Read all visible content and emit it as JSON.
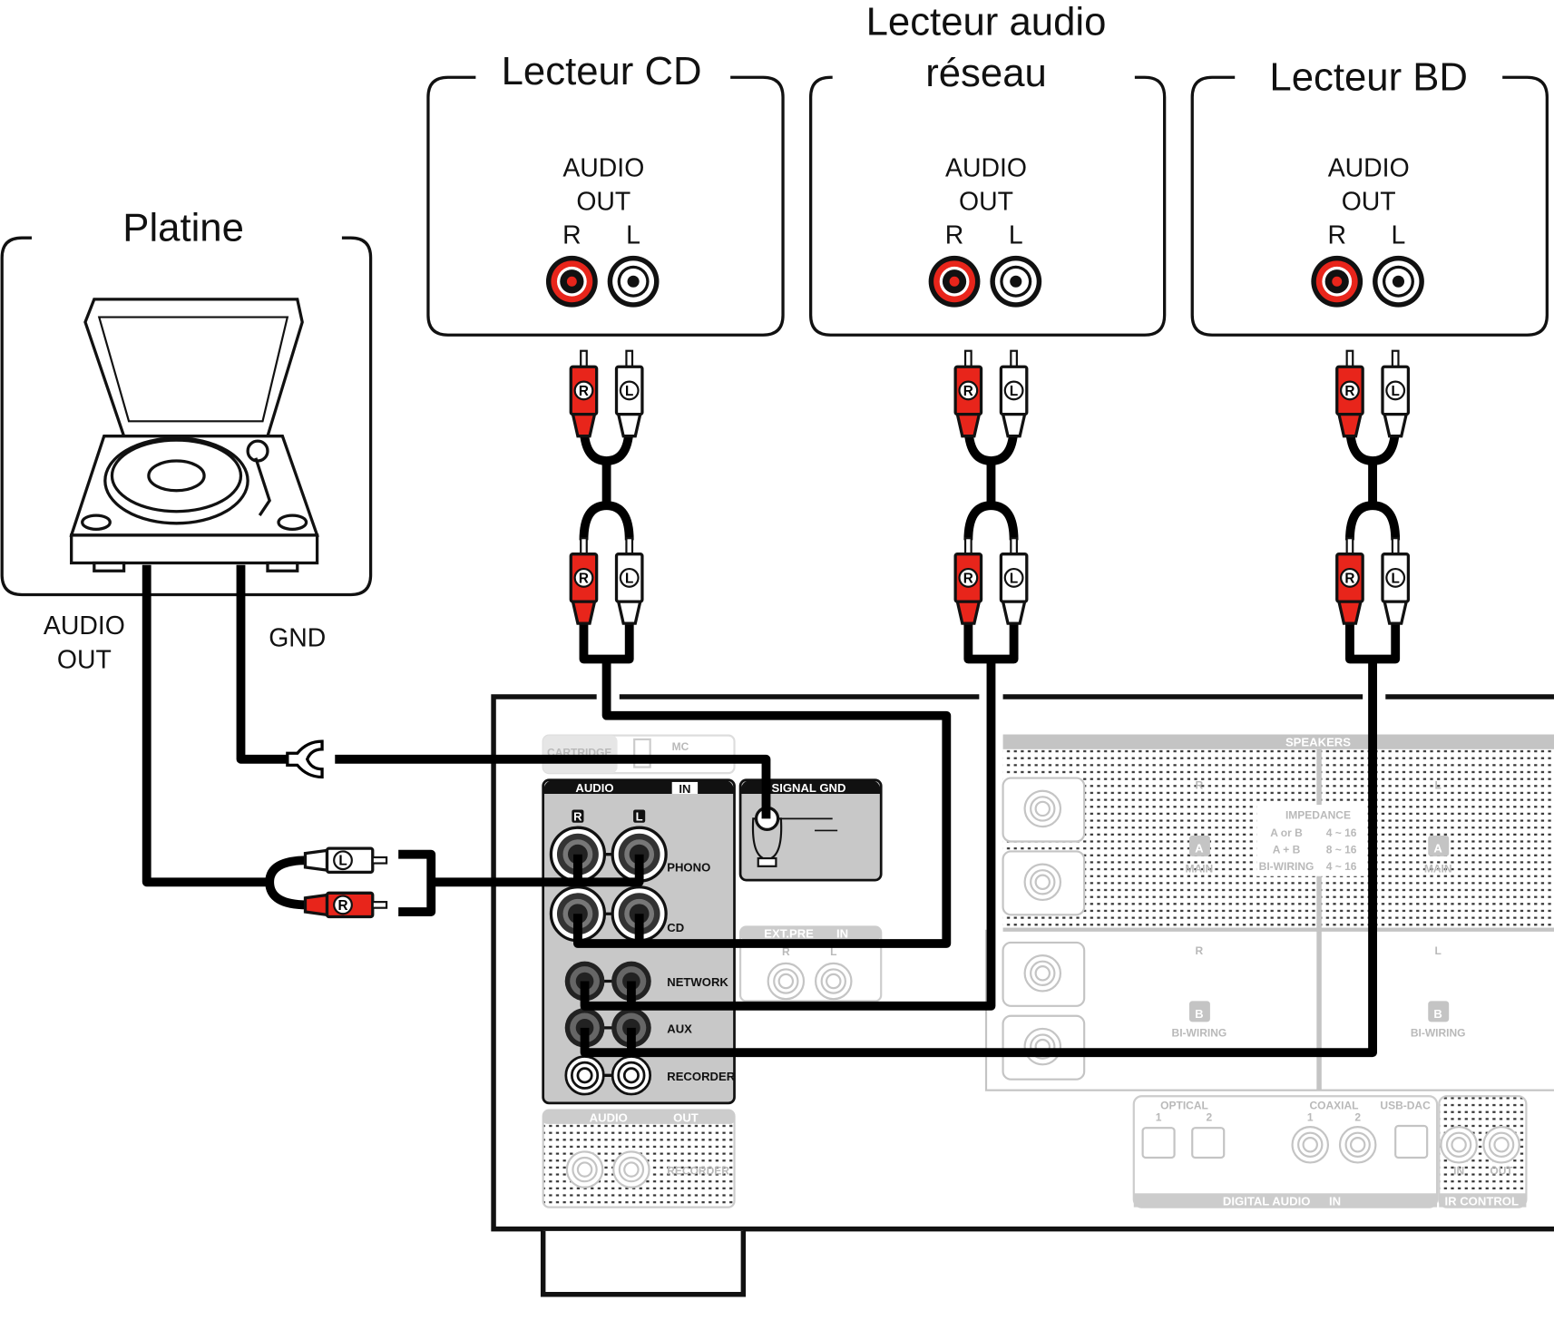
{
  "devices": {
    "turntable": {
      "title": "Platine",
      "audio_out": [
        "AUDIO",
        "OUT"
      ],
      "gnd": "GND"
    },
    "cd": {
      "title": "Lecteur CD",
      "out": [
        "AUDIO",
        "OUT"
      ],
      "r": "R",
      "l": "L"
    },
    "network": {
      "title": [
        "Lecteur audio",
        "réseau"
      ],
      "out": [
        "AUDIO",
        "OUT"
      ],
      "r": "R",
      "l": "L"
    },
    "bd": {
      "title": "Lecteur BD",
      "out": [
        "AUDIO",
        "OUT"
      ],
      "r": "R",
      "l": "L"
    }
  },
  "plugs": {
    "r": "R",
    "l": "L"
  },
  "receiver": {
    "audio_in": {
      "header": "AUDIO",
      "in": "IN",
      "r": "R",
      "l": "L",
      "inputs": [
        "PHONO",
        "CD",
        "NETWORK",
        "AUX",
        "RECORDER"
      ]
    },
    "signal_gnd": "SIGNAL GND",
    "cartridge": {
      "label": "CARTRIDGE",
      "mc": "MC"
    },
    "ext_pre": {
      "label": "EXT.PRE",
      "in": "IN",
      "r": "R",
      "l": "L"
    },
    "audio_out": {
      "header": "AUDIO",
      "out": "OUT",
      "recorder": "RECORDER"
    },
    "speakers": {
      "header": "SPEAKERS",
      "r": "R",
      "l": "L",
      "a": "A",
      "b": "B",
      "main": "MAIN",
      "bi_wiring": "BI-WIRING",
      "impedance": {
        "title": "IMPEDANCE",
        "rows": [
          [
            "A or B",
            "4 ~ 16"
          ],
          [
            "A + B",
            "8 ~ 16"
          ],
          [
            "BI-WIRING",
            "4 ~ 16"
          ]
        ]
      }
    },
    "digital": {
      "optical": "OPTICAL",
      "coaxial": "COAXIAL",
      "usb_dac": "USB-DAC",
      "nums": [
        "1",
        "2"
      ],
      "footer": "DIGITAL AUDIO",
      "in": "IN"
    },
    "ir": {
      "in": "IN",
      "out": "OUT",
      "footer": "IR CONTROL"
    }
  },
  "colors": {
    "red": "#e8251b",
    "black": "#000000",
    "panel": "#c8c8c8",
    "faded": "#bfbfbf"
  }
}
